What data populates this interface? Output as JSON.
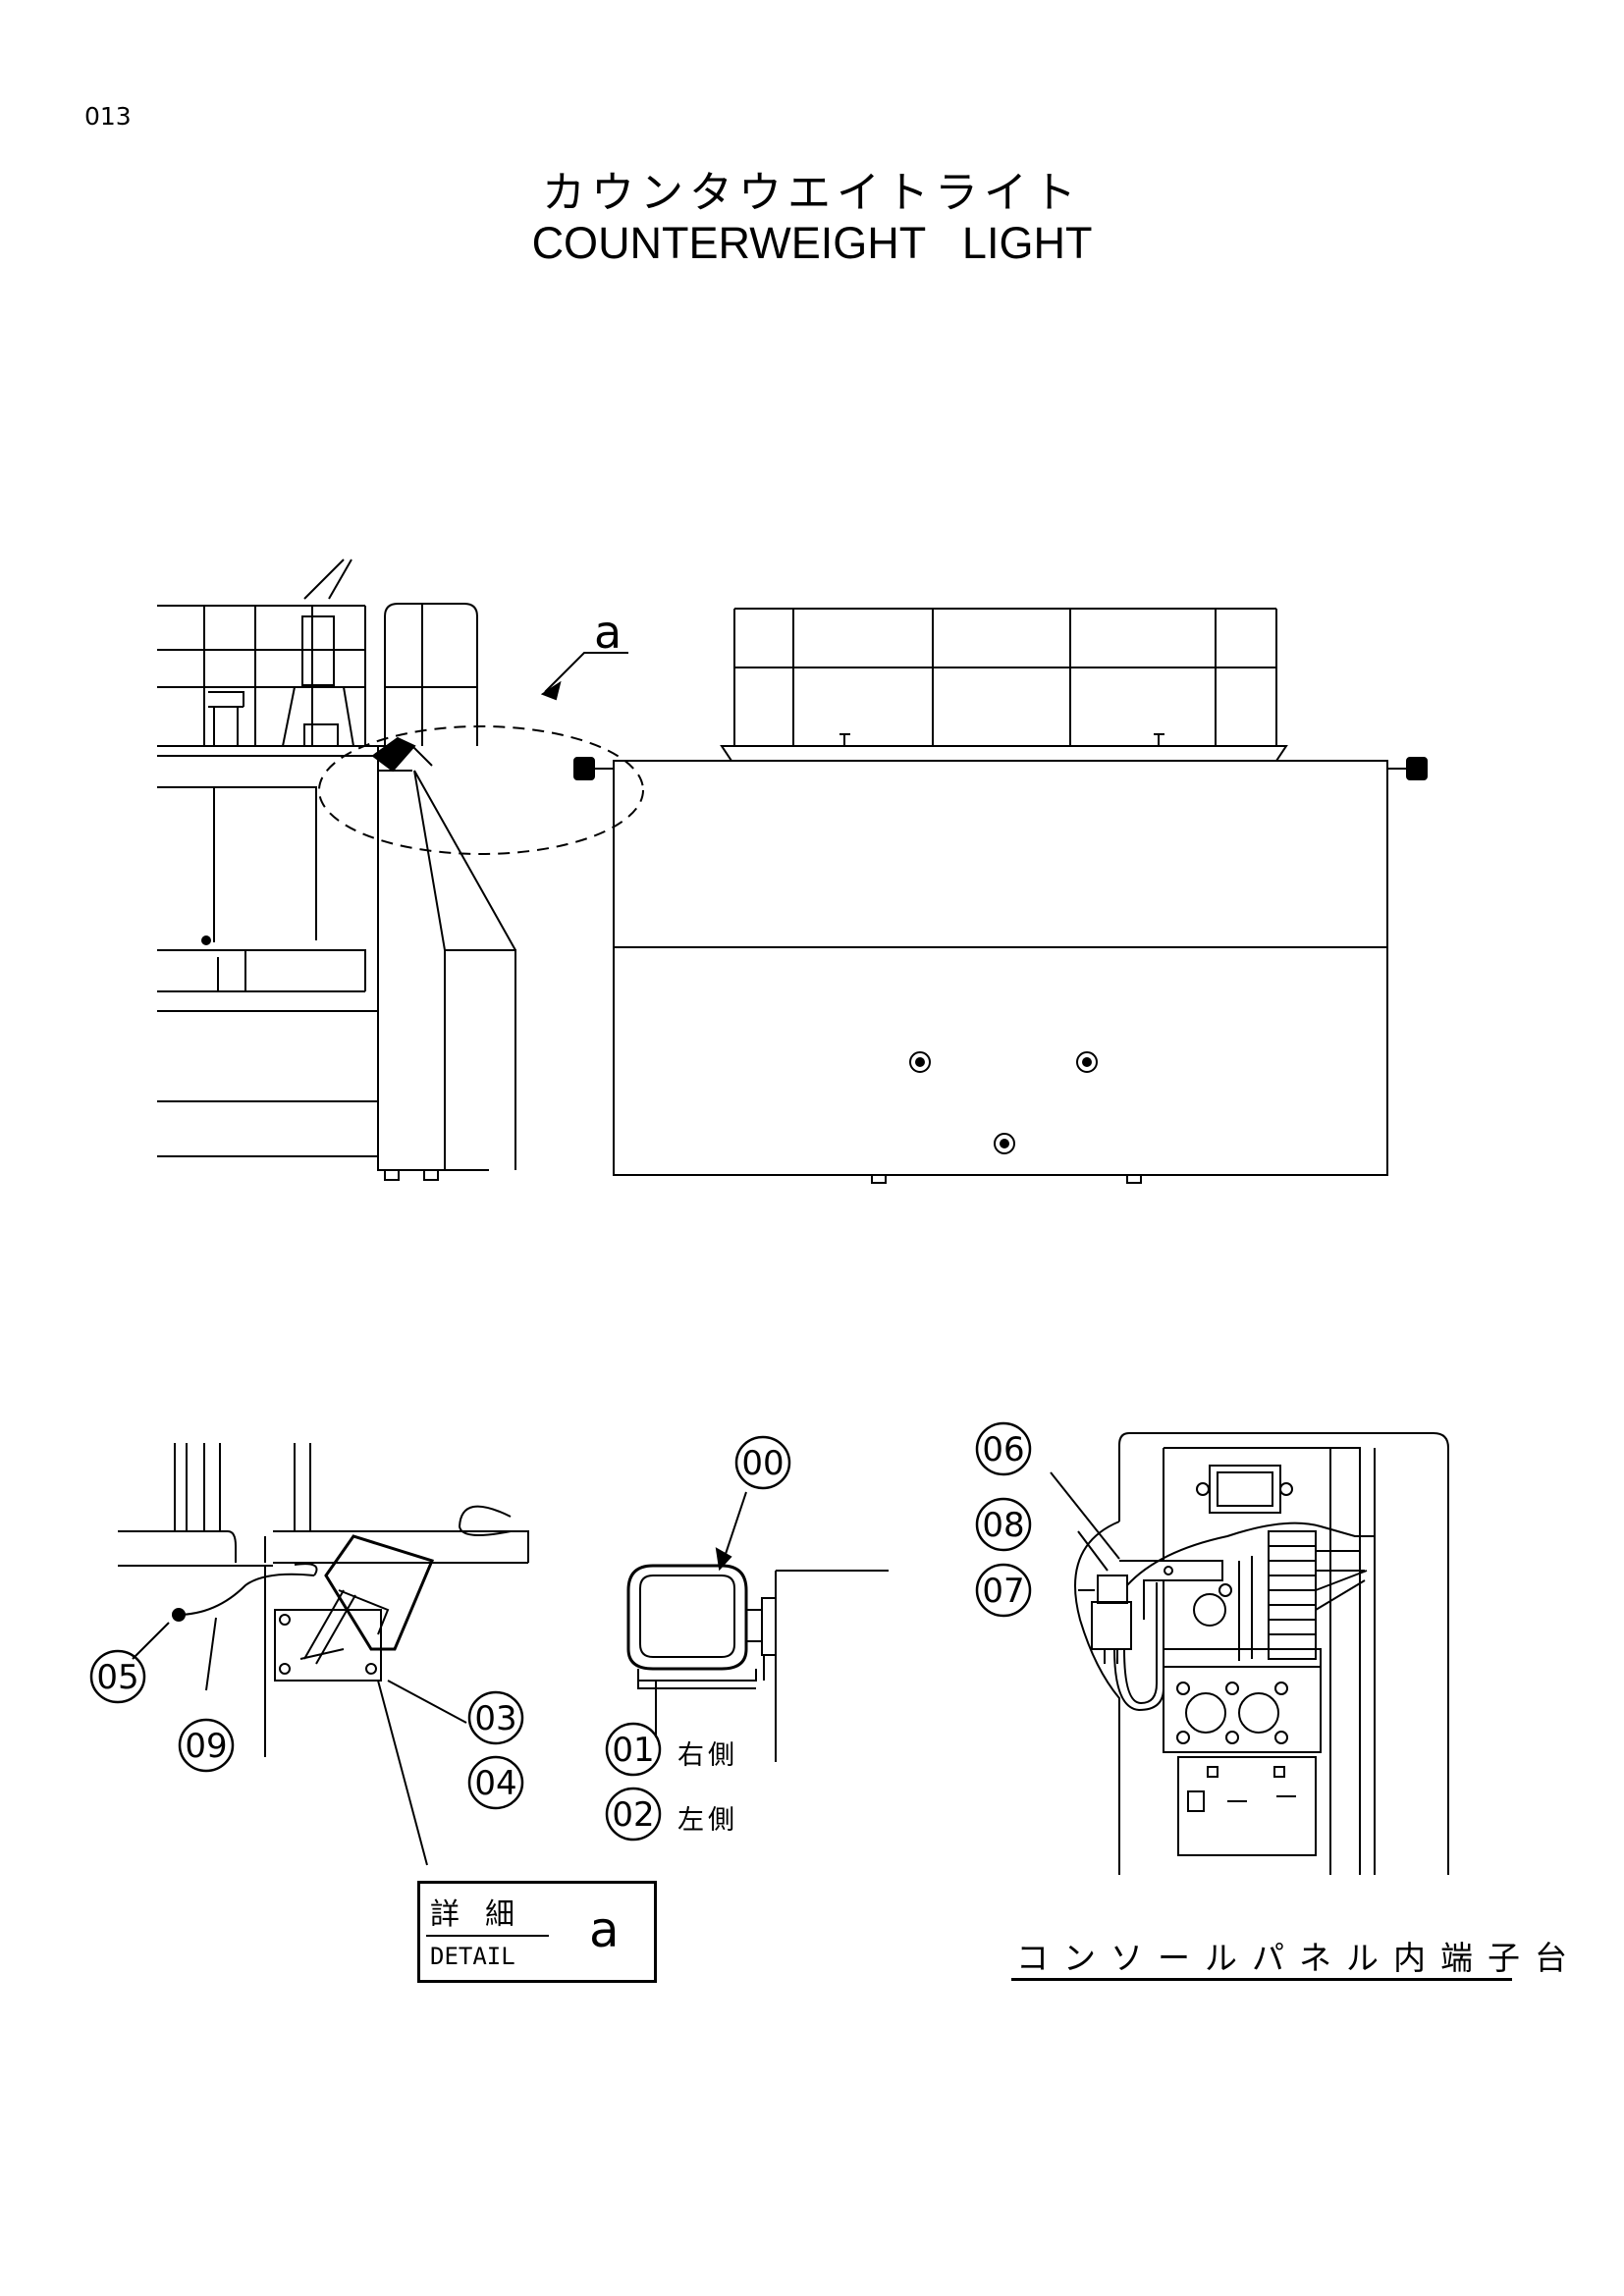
{
  "header": {
    "page_number": "013",
    "title_jp": "カウンタウエイトライト",
    "title_en": "COUNTERWEIGHT   LIGHT"
  },
  "detail_ref": {
    "letter": "a"
  },
  "callouts": {
    "c00": "00",
    "c01": "01",
    "c02": "02",
    "c03": "03",
    "c04": "04",
    "c05": "05",
    "c06": "06",
    "c07": "07",
    "c08": "08",
    "c09": "09"
  },
  "side_labels": {
    "right": "右側",
    "left": "左側"
  },
  "detail_box": {
    "jp": "詳細",
    "en": "DETAIL",
    "letter": "a"
  },
  "console_label": "コンソールパネル内端子台"
}
